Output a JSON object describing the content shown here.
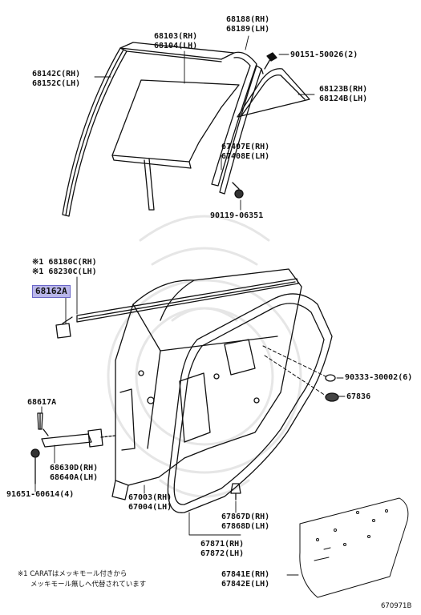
{
  "labels": {
    "p68188": "68188(RH)",
    "p68189": "68189(LH)",
    "p68103": "68103(RH)",
    "p68104": "68104(LH)",
    "p90151": "90151-50026(2)",
    "p68142c": "68142C(RH)",
    "p68152c": "68152C(LH)",
    "p68123b": "68123B(RH)",
    "p68124b": "68124B(LH)",
    "p67407e": "67407E(RH)",
    "p67408e": "67408E(LH)",
    "p90119": "90119-06351",
    "p68180c": "※1 68180C(RH)",
    "p68230c": "※1 68230C(LH)",
    "p68162a": "68162A",
    "p90333": "90333-30002(6)",
    "p67836": "67836",
    "p68617a": "68617A",
    "p68630d": "68630D(RH)",
    "p68640a": "68640A(LH)",
    "p91651": "91651-60614(4)",
    "p67003": "67003(RH)",
    "p67004": "67004(LH)",
    "p67867d": "67867D(RH)",
    "p67868d": "67868D(LH)",
    "p67871": "67871(RH)",
    "p67872": "67872(LH)",
    "p67841e": "67841E(RH)",
    "p67842e": "67842E(LH)"
  },
  "note": {
    "line1": "※1 CARATはメッキモール付きから",
    "line2": "メッキモール無しへ代替されています"
  },
  "diagram_code": "670971B",
  "highlight_color": "#b9b6ea"
}
